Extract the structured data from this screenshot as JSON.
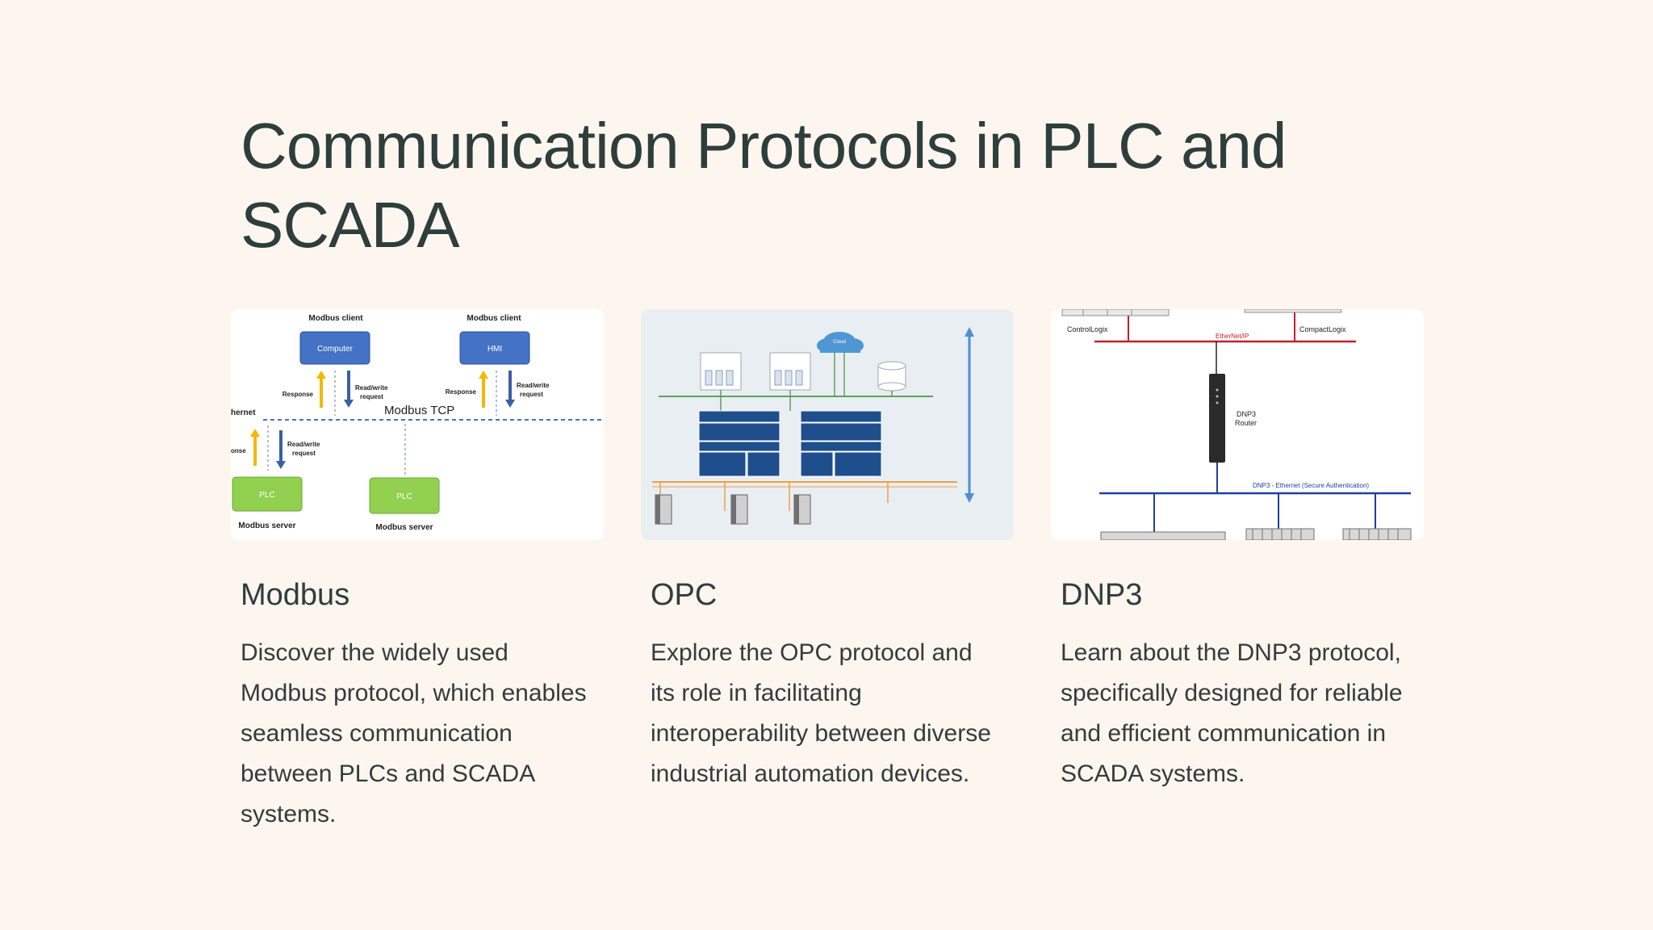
{
  "title": "Communication Protocols in PLC and SCADA",
  "cards": [
    {
      "heading": "Modbus",
      "description": "Discover the widely used Modbus protocol, which enables seamless communication between PLCs and SCADA systems.",
      "diagram": {
        "client_left": "Modbus client",
        "client_right": "Modbus client",
        "computer": "Computer",
        "hmi": "HMI",
        "response": "Response",
        "read_write": "Read/write",
        "request": "request",
        "network": "Modbus TCP",
        "ethernet": "hernet",
        "onse": "onse",
        "plc": "PLC",
        "server": "Modbus server"
      }
    },
    {
      "heading": "OPC",
      "description": "Explore the OPC protocol and its role in facilitating interoperability between diverse industrial automation devices.",
      "diagram": {
        "cloud": "Cloud"
      }
    },
    {
      "heading": "DNP3",
      "description": "Learn about the DNP3 protocol, specifically designed for reliable and efficient communication in SCADA systems.",
      "diagram": {
        "controllogix": "ControlLogix",
        "compactlogix": "CompactLogix",
        "ethernetip": "EtherNet/IP",
        "router_line1": "DNP3",
        "router_line2": "Router",
        "bus": "DNP3 - Ethernet (Secure Authentication)"
      }
    }
  ],
  "colors": {
    "background": "#fdf6ee",
    "title": "#2e3e3d",
    "modbus_blue": "#4472c4",
    "modbus_green": "#92d050",
    "opc_navy": "#1f4e8c",
    "dnp3_red": "#c0202a",
    "dnp3_blue": "#1f3f9c"
  }
}
